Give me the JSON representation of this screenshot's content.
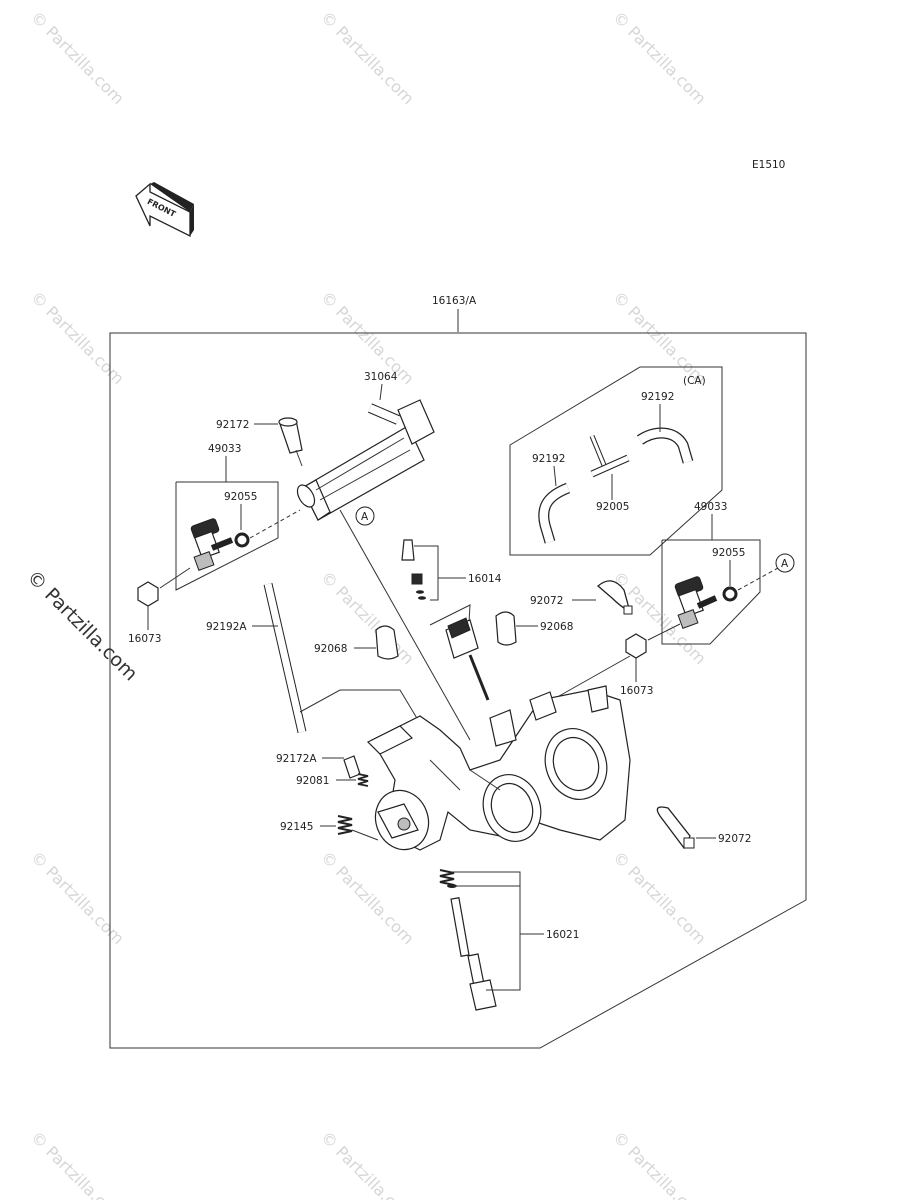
{
  "diagram": {
    "code": "E1510",
    "front_label": "FRONT",
    "assembly_label": "16163/A",
    "ca_label": "(CA)",
    "callout_a": "A",
    "parts": {
      "p31064": "31064",
      "p92172": "92172",
      "p49033_left": "49033",
      "p92055_left": "92055",
      "p16073_left": "16073",
      "p92192_top": "92192",
      "p92192_left": "92192",
      "p92005": "92005",
      "p49033_right": "49033",
      "p92055_right": "92055",
      "p16014": "16014",
      "p92072_top": "92072",
      "p92068_right": "92068",
      "p92068_left": "92068",
      "p92192A": "92192A",
      "p16073_right": "16073",
      "p92172A": "92172A",
      "p92081": "92081",
      "p92145": "92145",
      "p92072_bottom": "92072",
      "p16021": "16021"
    }
  },
  "watermark": {
    "text": "© Partzilla.com"
  },
  "colors": {
    "line": "#333333",
    "watermark": "#d6d6d6"
  }
}
